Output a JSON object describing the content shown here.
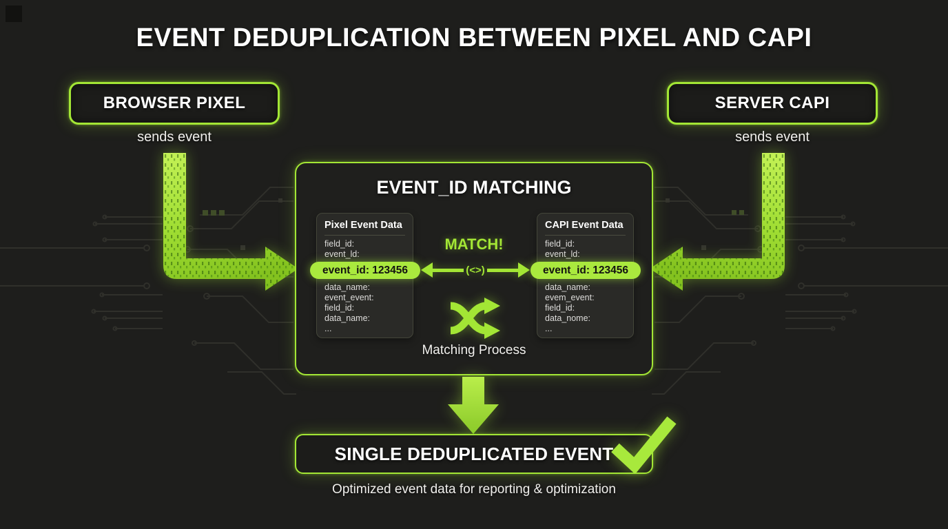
{
  "title": "EVENT DEDUPLICATION BETWEEN PIXEL AND CAPI",
  "colors": {
    "accent": "#a3e635",
    "background": "#1e1e1c",
    "pill_fill": "#aae93e",
    "pill_text": "#131311",
    "text": "#f5f5f2"
  },
  "sources": {
    "browser": {
      "label": "BROWSER PIXEL",
      "sub": "sends event"
    },
    "server": {
      "label": "SERVER CAPI",
      "sub": "sends event"
    }
  },
  "matching": {
    "title": "EVENT_ID MATCHING",
    "match_label": "MATCH!",
    "match_symbol": "(<>)",
    "process_label": "Matching Process",
    "pixel_card": {
      "title": "Pixel Event Data",
      "rows_top": [
        "field_id:",
        "event_ld:"
      ],
      "highlight": "event_id: 123456",
      "rows_bottom": [
        "data_name:",
        "event_event:",
        "field_id:",
        "data_name:",
        "..."
      ]
    },
    "capi_card": {
      "title": "CAPI Event Data",
      "rows_top": [
        "field_id:",
        "event_ld:"
      ],
      "highlight": "event_id: 123456",
      "rows_bottom": [
        "data_name:",
        "evem_event:",
        "field_id:",
        "data_nome:",
        "..."
      ]
    }
  },
  "result": {
    "label": "SINGLE DEDUPLICATED EVENT",
    "caption": "Optimized event data for reporting & optimization"
  },
  "icons": {
    "shuffle": "shuffle-icon",
    "checkmark": "check-icon",
    "flow_arrows": "l-shaped-flow-arrow"
  }
}
